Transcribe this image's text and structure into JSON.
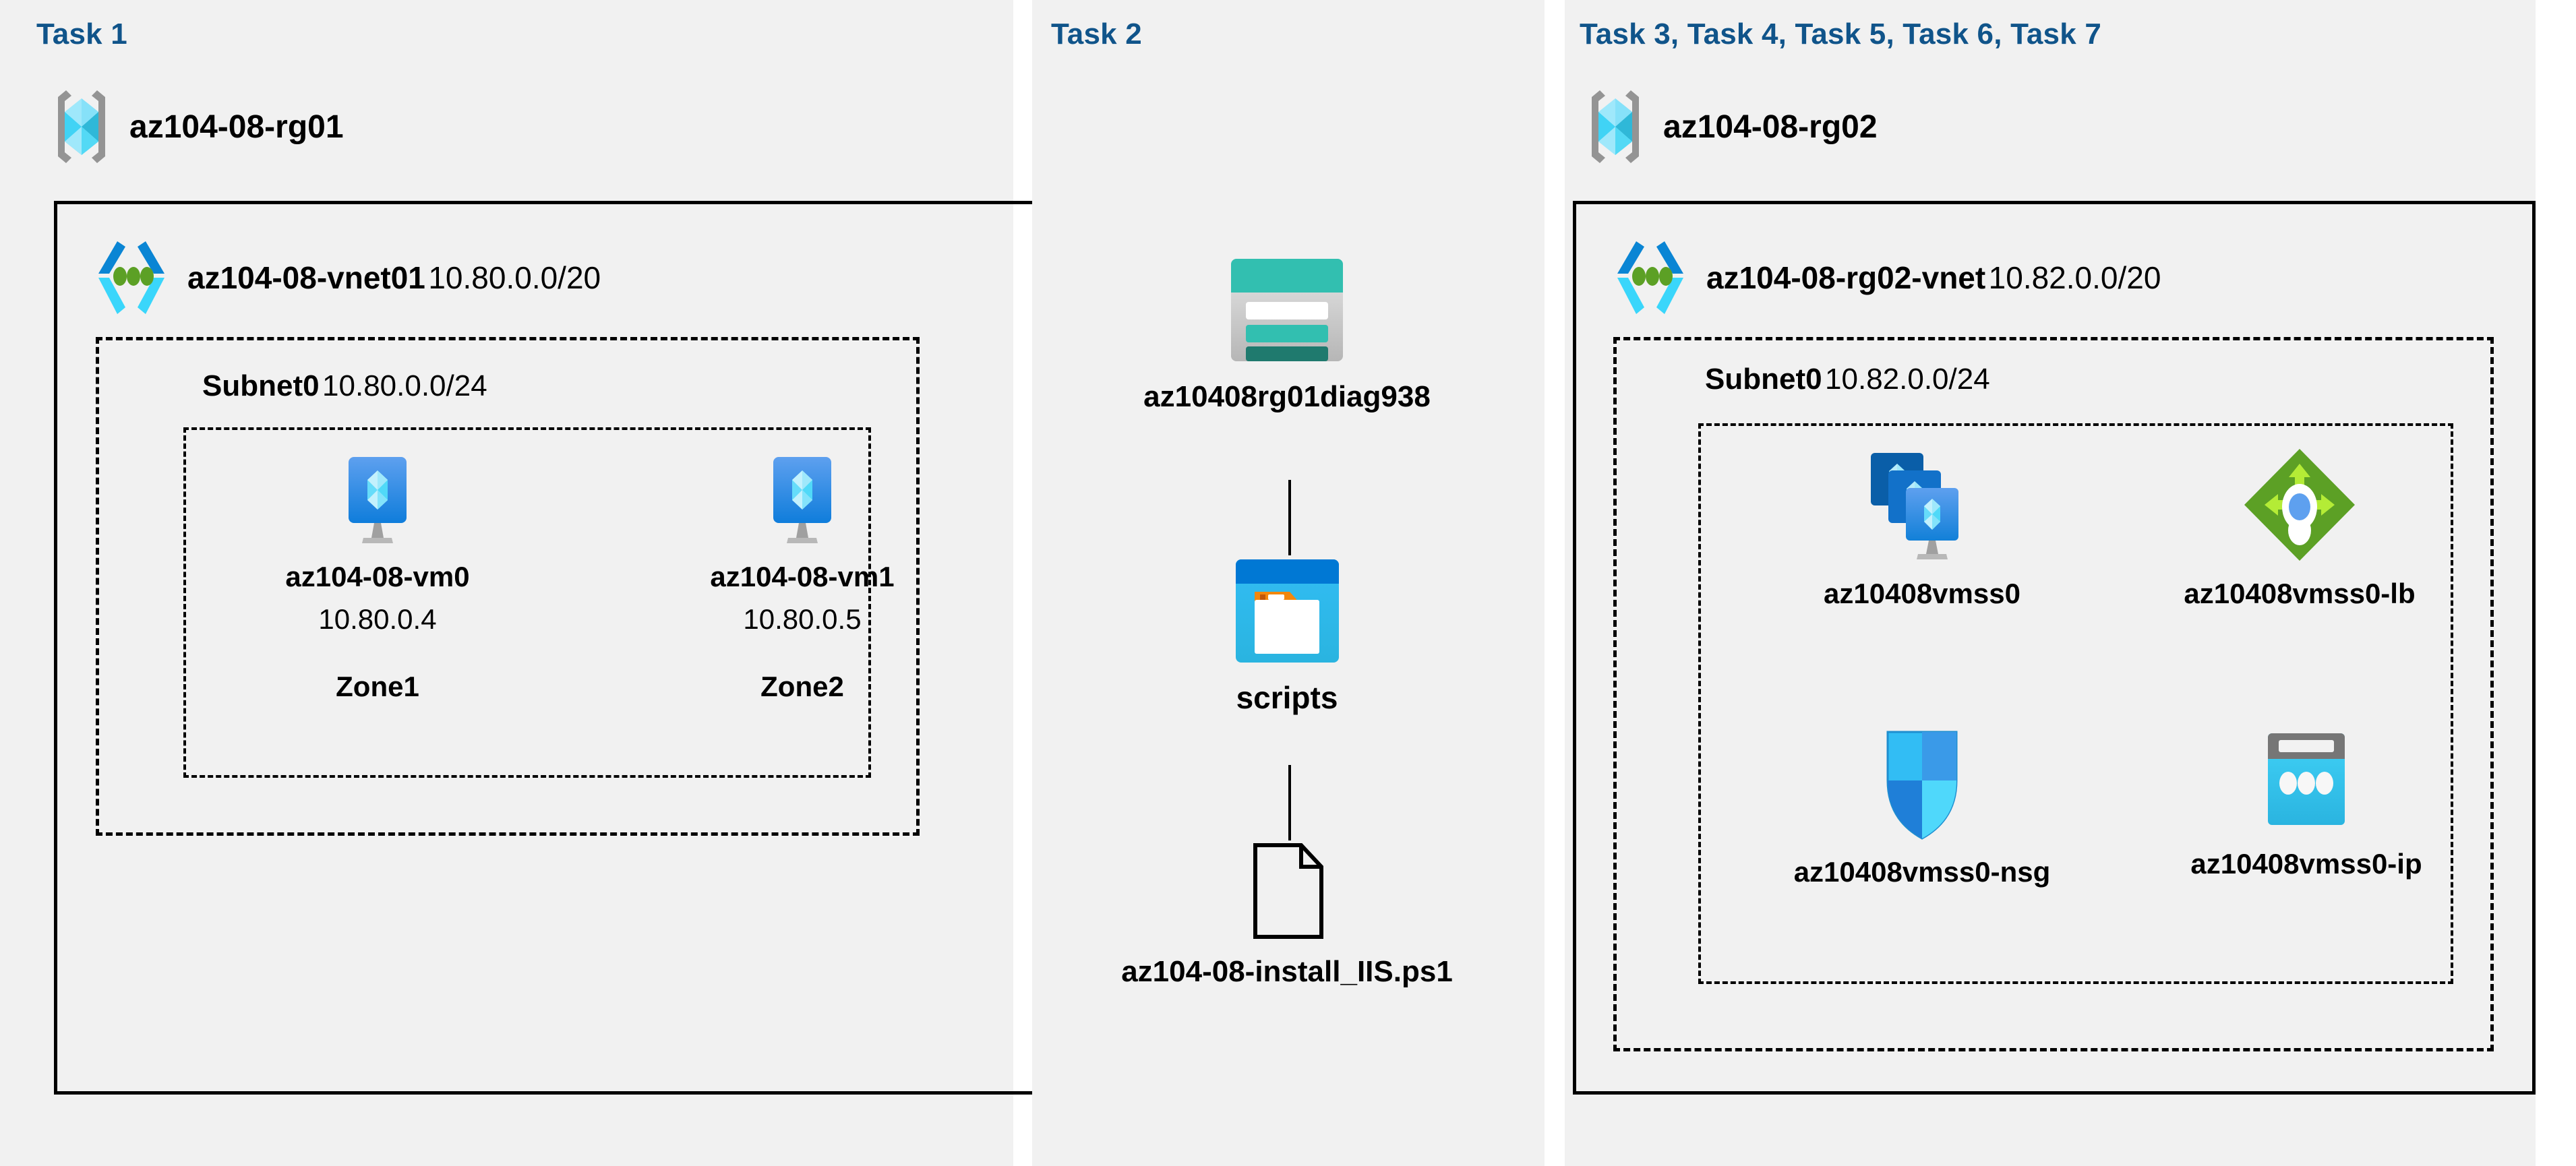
{
  "panels": [
    {
      "id": "task1",
      "title": "Task 1",
      "resource_group": {
        "name": "az104-08-rg01",
        "icon": "resource-group-icon"
      },
      "vnet": {
        "name": "az104-08-vnet01",
        "cidr": "10.80.0.0/20",
        "icon": "virtual-network-icon"
      },
      "subnet": {
        "name": "Subnet0",
        "cidr": "10.80.0.0/24"
      },
      "vms": [
        {
          "name": "az104-08-vm0",
          "ip": "10.80.0.4",
          "zone": "Zone1",
          "icon": "virtual-machine-icon"
        },
        {
          "name": "az104-08-vm1",
          "ip": "10.80.0.5",
          "zone": "Zone2",
          "icon": "virtual-machine-icon"
        }
      ]
    },
    {
      "id": "task2",
      "title": "Task 2",
      "nodes": [
        {
          "name": "az10408rg01diag938",
          "icon": "storage-account-icon"
        },
        {
          "name": "scripts",
          "icon": "blob-container-icon"
        },
        {
          "name": "az104-08-install_IIS.ps1",
          "icon": "file-icon"
        }
      ]
    },
    {
      "id": "task3",
      "title": "Task 3, Task 4, Task 5, Task 6, Task 7",
      "resource_group": {
        "name": "az104-08-rg02",
        "icon": "resource-group-icon"
      },
      "vnet": {
        "name": "az104-08-rg02-vnet",
        "cidr": "10.82.0.0/20",
        "icon": "virtual-network-icon"
      },
      "subnet": {
        "name": "Subnet0",
        "cidr": "10.82.0.0/24"
      },
      "resources": [
        {
          "name": "az10408vmss0",
          "icon": "vm-scale-set-icon"
        },
        {
          "name": "az10408vmss0-lb",
          "icon": "load-balancer-icon"
        },
        {
          "name": "az10408vmss0-nsg",
          "icon": "network-security-group-icon"
        },
        {
          "name": "az10408vmss0-ip",
          "icon": "public-ip-address-icon"
        }
      ]
    }
  ],
  "colors": {
    "task_title": "#10548a",
    "panel_background": "#f1f1f1",
    "page_background": "#ffffff",
    "border": "#000000",
    "azure_blue": "#0078d4",
    "azure_cyan": "#50e6ff",
    "storage_teal": "#32bfb0",
    "storage_teal_dark": "#1f7a6e",
    "lb_green": "#6aa81f",
    "lb_green_light": "#b4ec36",
    "nsg_blue": "#32bdf4",
    "public_ip_gray": "#767676",
    "blob_orange": "#f2870d"
  }
}
